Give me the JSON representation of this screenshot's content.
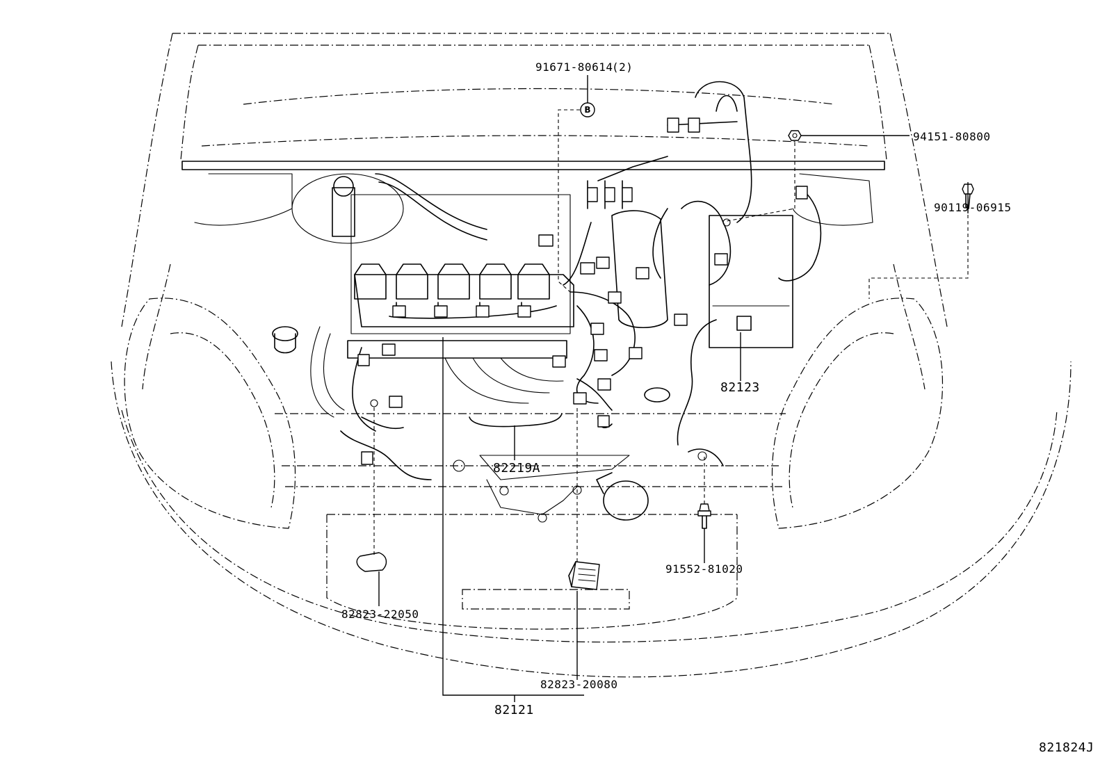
{
  "diagram_id": "821824J",
  "callouts": [
    {
      "id": "c-91671",
      "part": "91671-80614",
      "qty": "(2)",
      "marker": "B"
    },
    {
      "id": "c-94151",
      "part": "94151-80800"
    },
    {
      "id": "c-90119",
      "part": "90119-06915"
    },
    {
      "id": "c-82123",
      "part": "82123"
    },
    {
      "id": "c-82219a",
      "part": "82219A"
    },
    {
      "id": "c-91552",
      "part": "91552-81020"
    },
    {
      "id": "c-82823-22050",
      "part": "82823-22050"
    },
    {
      "id": "c-82823-20080",
      "part": "82823-20080"
    },
    {
      "id": "c-82121",
      "part": "82121"
    }
  ]
}
